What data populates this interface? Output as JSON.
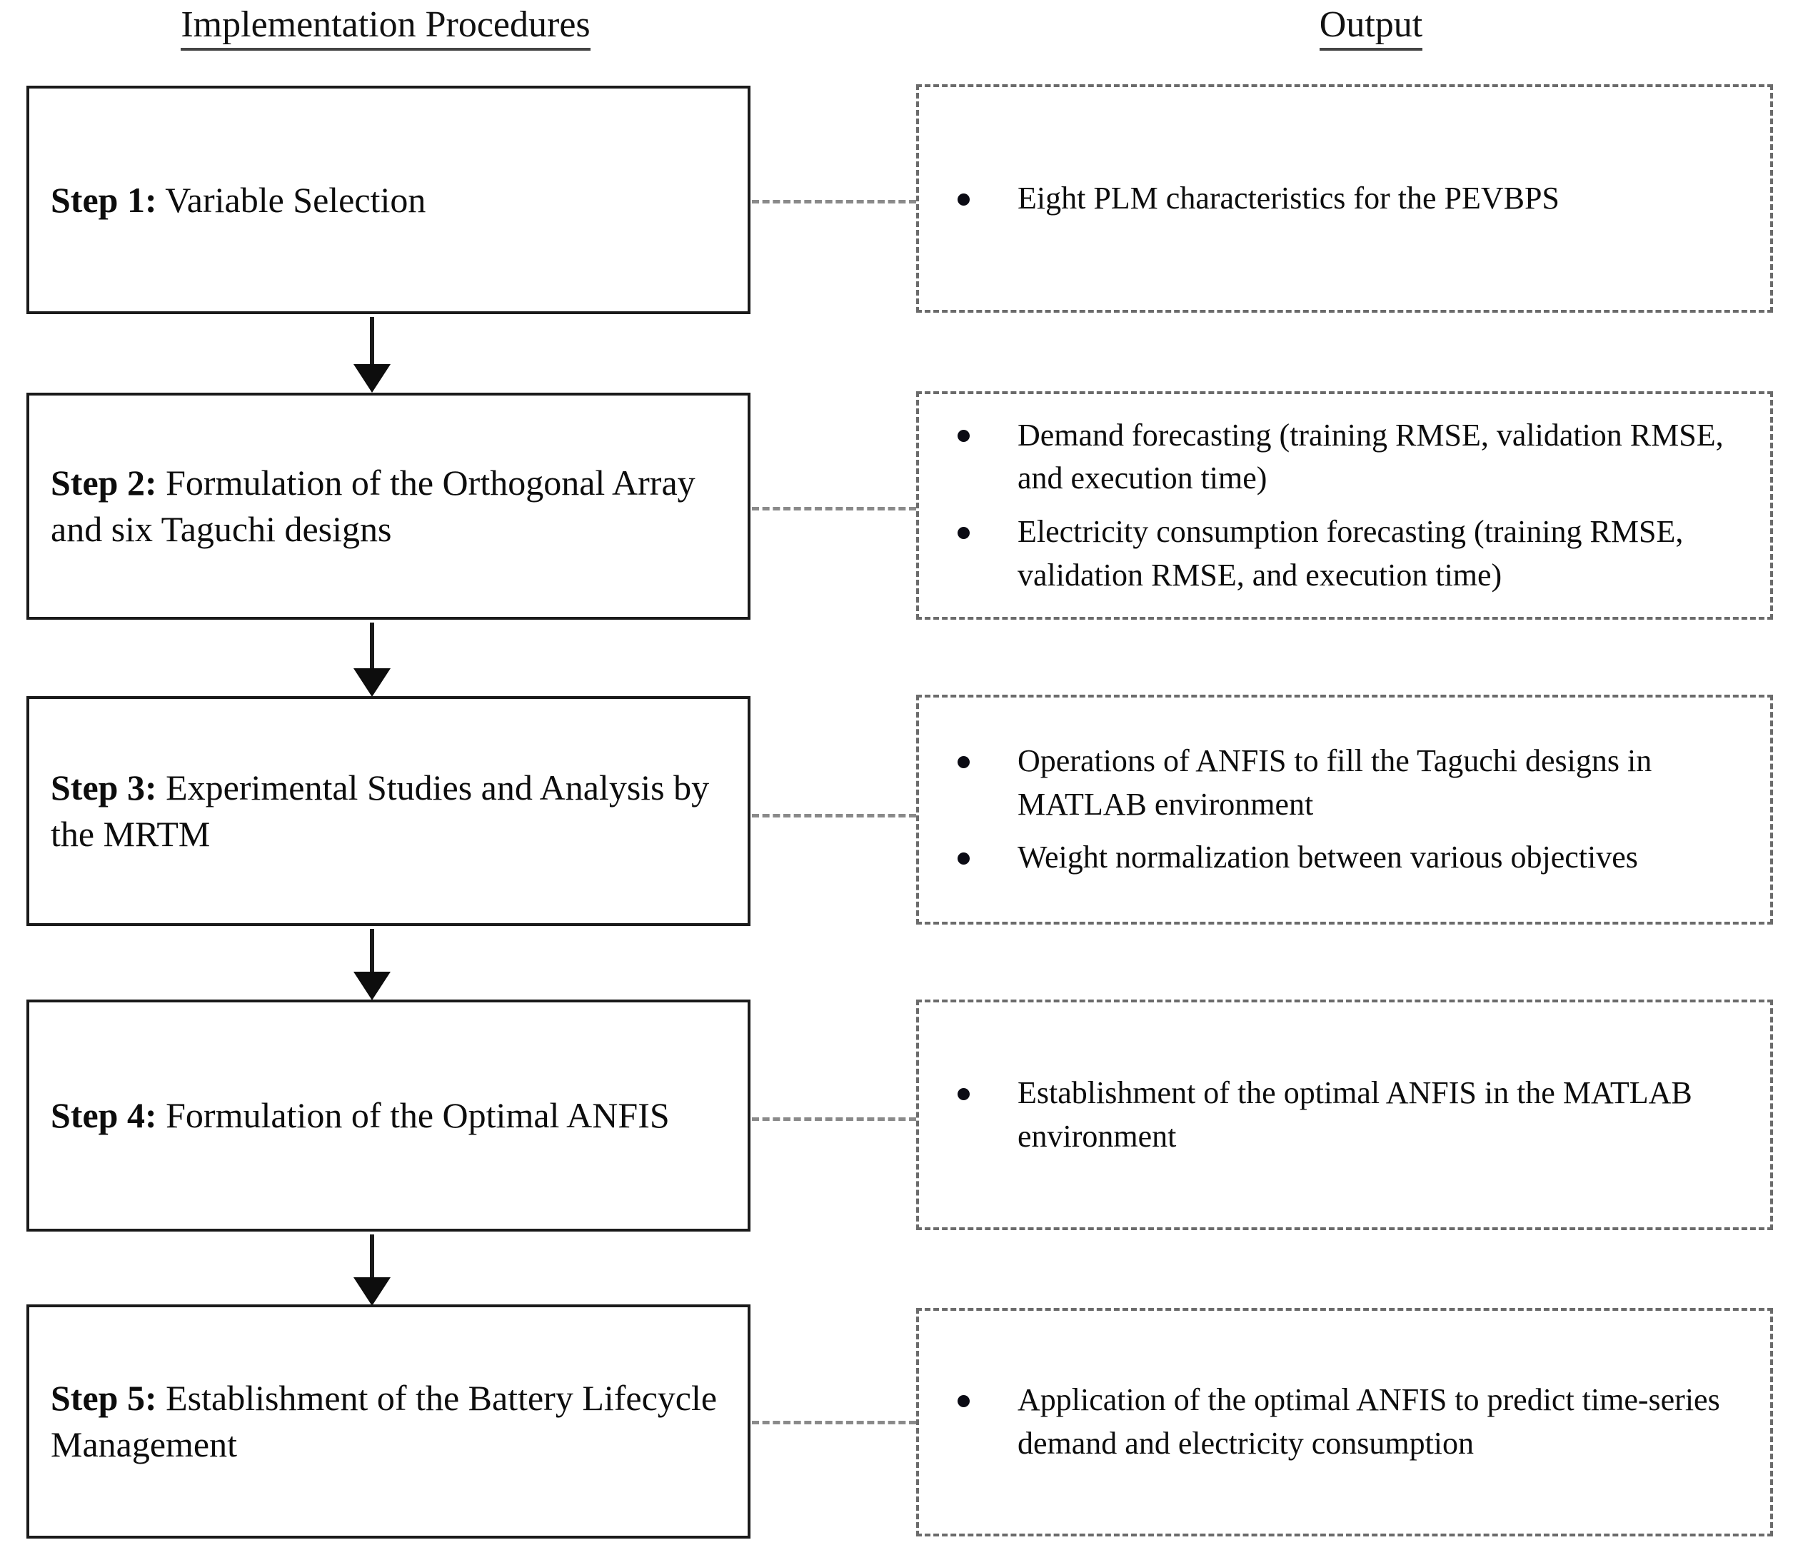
{
  "headers": {
    "left": "Implementation Procedures",
    "right": "Output"
  },
  "colors": {
    "box_border": "#1a1a1a",
    "dashed_border": "#6b6b6b",
    "connector": "#8a8a8a",
    "text": "#0d0d0d",
    "background": "#ffffff"
  },
  "steps": [
    {
      "label": "Step 1:",
      "title": " Variable Selection",
      "outputs": [
        "Eight PLM characteristics for the PEVBPS"
      ]
    },
    {
      "label": "Step 2:",
      "title": " Formulation of the Orthogonal Array and six Taguchi designs",
      "outputs": [
        "Demand forecasting (training RMSE, validation RMSE, and execution time)",
        "Electricity consumption forecasting (training RMSE, validation RMSE, and execution time)"
      ]
    },
    {
      "label": "Step 3:",
      "title": " Experimental Studies and Analysis by the MRTM",
      "outputs": [
        "Operations of ANFIS to fill the Taguchi designs in MATLAB environment",
        "Weight normalization between various objectives"
      ]
    },
    {
      "label": "Step 4:",
      "title": " Formulation of the Optimal ANFIS",
      "outputs": [
        "Establishment of the optimal ANFIS in the MATLAB environment"
      ]
    },
    {
      "label": "Step 5:",
      "title": " Establishment of the Battery Lifecycle Management",
      "outputs": [
        "Application of the optimal ANFIS to predict time-series demand and electricity consumption"
      ]
    }
  ]
}
